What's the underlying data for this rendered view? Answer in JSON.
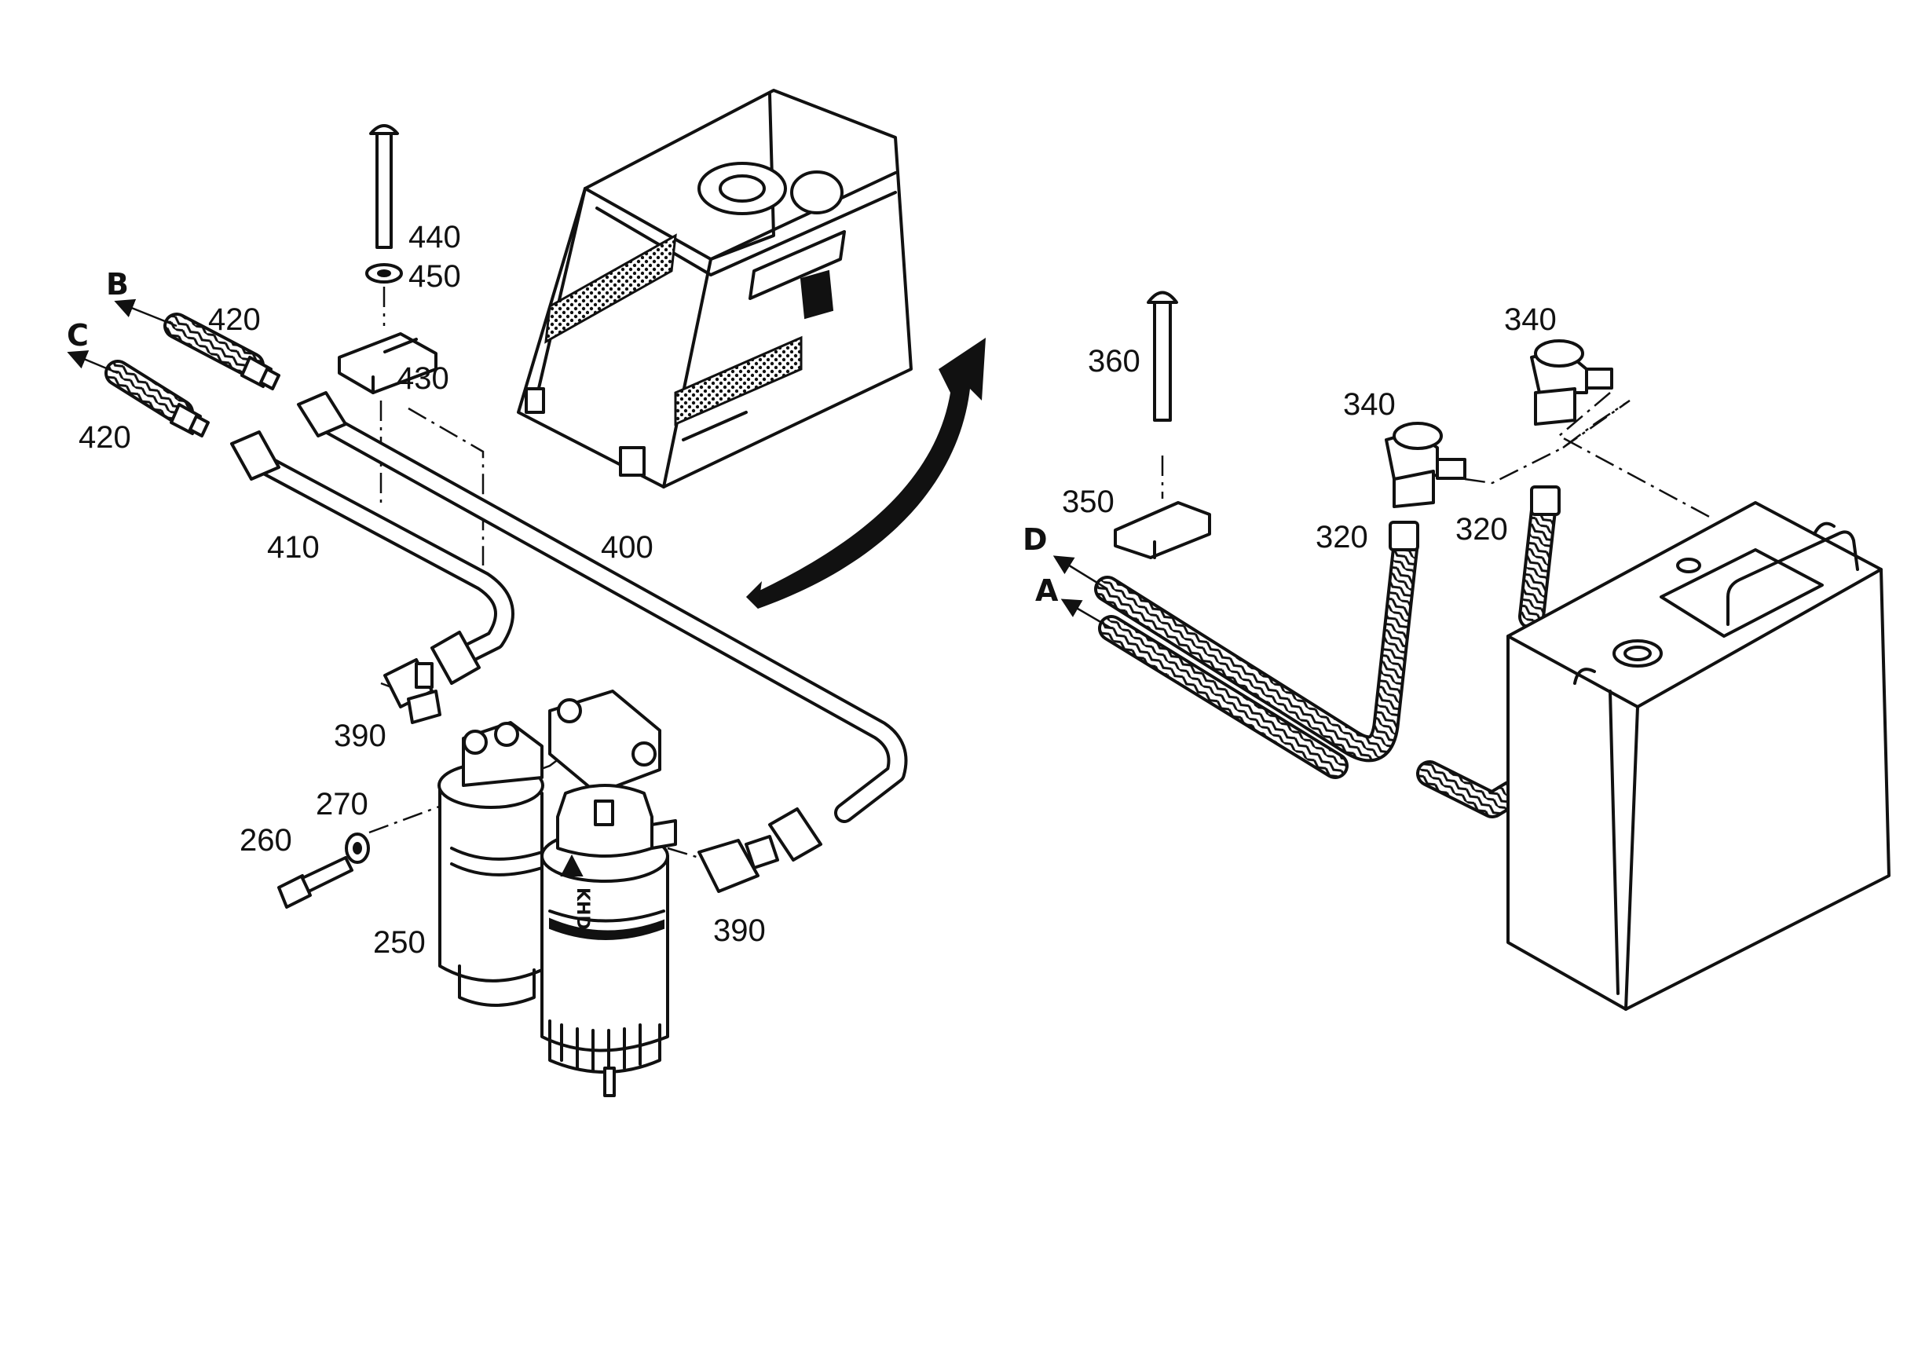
{
  "diagram": {
    "part_labels": {
      "p440": "440",
      "p450": "450",
      "p420_top": "420",
      "p420_bottom": "420",
      "p430": "430",
      "p410": "410",
      "p400": "400",
      "p390_left": "390",
      "p390_right": "390",
      "p270": "270",
      "p260": "260",
      "p250": "250",
      "p360": "360",
      "p340_left": "340",
      "p340_right": "340",
      "p350": "350",
      "p320_left": "320",
      "p320_right": "320"
    },
    "line_letters": {
      "b": "B",
      "c": "C",
      "d": "D",
      "a": "A"
    },
    "filter_brand": "KHD"
  }
}
